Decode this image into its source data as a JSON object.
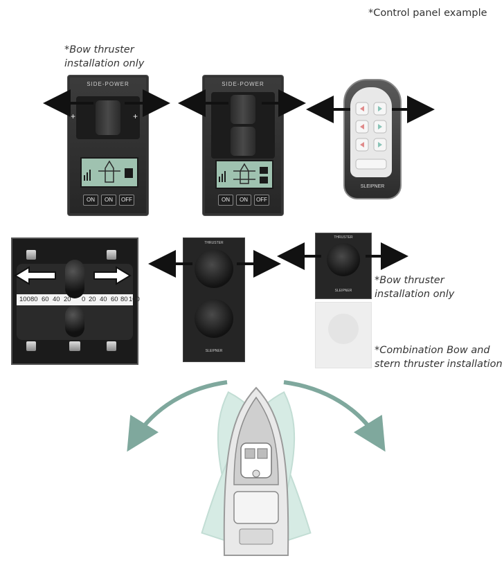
{
  "header": {
    "note": "*Control panel example"
  },
  "captions": {
    "bow_only_1_line1": "*Bow thruster",
    "bow_only_1_line2": "installation only",
    "bow_only_2_line1": "*Bow thruster",
    "bow_only_2_line2": "installation only",
    "combo_line1": "*Combination Bow and",
    "combo_line2": "stern thruster installation"
  },
  "panels": {
    "brand_side_power": "SIDE-POWER",
    "on_label": "ON",
    "off_label": "OFF",
    "plus": "+",
    "minus": "–",
    "thruster_label": "THRUSTER",
    "sleipner_label": "SLEIPNER",
    "remote_brand": "SLEIPNER"
  },
  "joystick_scale": {
    "left_ticks": [
      "100",
      "80",
      "60",
      "40",
      "20"
    ],
    "center_tick": "0",
    "right_ticks": [
      "20",
      "40",
      "60",
      "80",
      "100"
    ]
  },
  "colors": {
    "arrow_teal": "#7fa89d",
    "boat_ghost": "#cfe6df",
    "panel_dark": "#2e2e2e",
    "lcd_green": "#9fc2b0"
  }
}
